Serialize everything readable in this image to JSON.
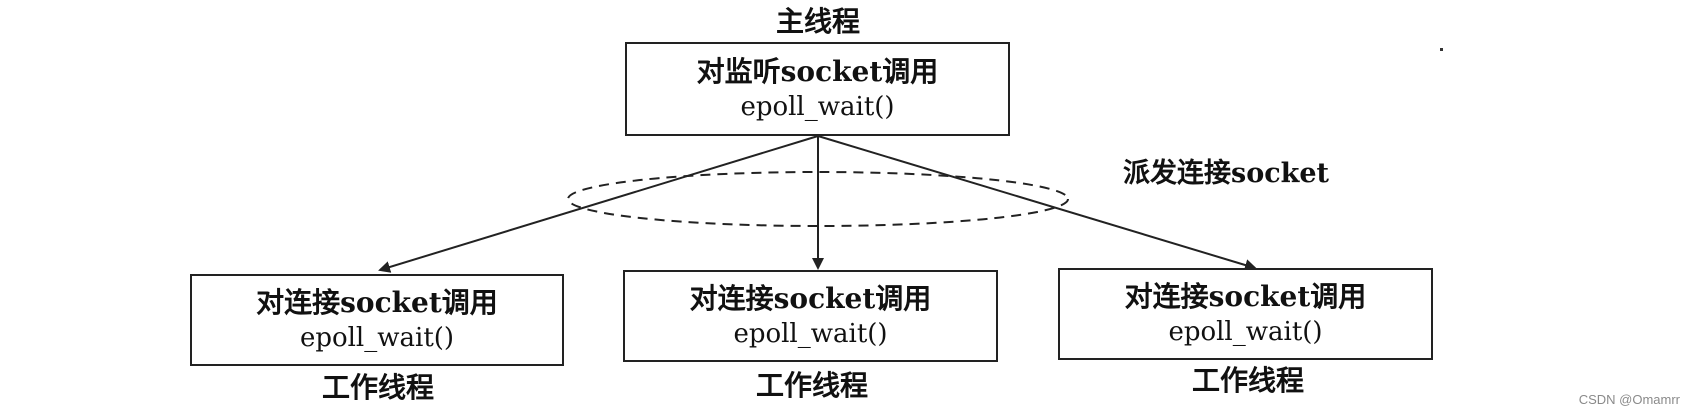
{
  "main_thread": {
    "caption": "主线程",
    "line1": "对监听socket调用",
    "line2": "epoll_wait()"
  },
  "dispatch_label": "派发连接socket",
  "workers": [
    {
      "line1": "对连接socket调用",
      "line2": "epoll_wait()",
      "caption": "工作线程"
    },
    {
      "line1": "对连接socket调用",
      "line2": "epoll_wait()",
      "caption": "工作线程"
    },
    {
      "line1": "对连接socket调用",
      "line2": "epoll_wait()",
      "caption": "工作线程"
    }
  ],
  "watermark": "CSDN @Omamrr",
  "colors": {
    "line": "#222222",
    "text": "#111111",
    "watermark": "#8a8a8a"
  }
}
